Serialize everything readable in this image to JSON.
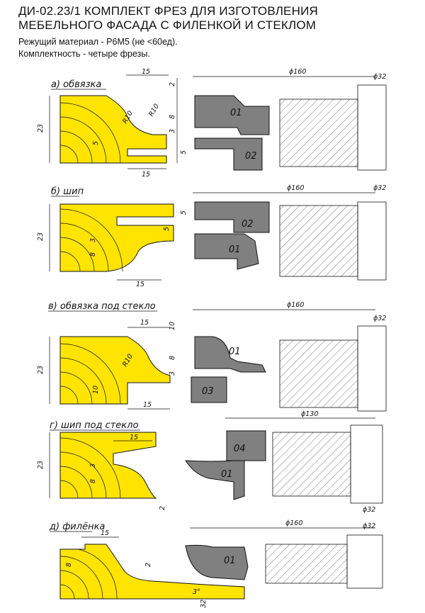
{
  "header": {
    "title_line1": "ДИ-02.23/1 КОМПЛЕКТ ФРЕЗ ДЛЯ ИЗГОТОВЛЕНИЯ",
    "title_line2": "МЕБЕЛЬНОГО ФАСАДА С ФИЛЕНКОЙ И СТЕКЛОМ",
    "material": "Режущий материал - Р6М5 (не <60ед).",
    "set": "Комплектность - четыре фрезы."
  },
  "colors": {
    "wood": "#ffe400",
    "cutter": "#808080",
    "hatch": "#555555"
  },
  "sections": [
    {
      "label": "а) обвязка",
      "dim_height": "23",
      "dims": [
        "15",
        "2",
        "8",
        "3",
        "5",
        "15",
        "R10",
        "R10",
        "5"
      ],
      "diameter": "ϕ160",
      "shank": "ϕ32",
      "cutters": [
        "01",
        "02"
      ]
    },
    {
      "label": "б) шип",
      "dim_height": "23",
      "dims": [
        "5",
        "5",
        "3",
        "8",
        "15"
      ],
      "diameter": "ϕ160",
      "shank": "ϕ32",
      "cutters": [
        "02",
        "01"
      ]
    },
    {
      "label": "в) обвязка под стекло",
      "dim_height": "23",
      "dims": [
        "15",
        "10",
        "8",
        "3",
        "R10",
        "10",
        "15"
      ],
      "diameter": "ϕ160",
      "shank": "ϕ32",
      "cutters": [
        "01",
        "03"
      ]
    },
    {
      "label": "г) шип под стекло",
      "dim_height": "23",
      "dims": [
        "15",
        "3",
        "8",
        "2"
      ],
      "diameter": "ϕ130",
      "shank": "ϕ32",
      "cutters": [
        "04",
        "01"
      ]
    },
    {
      "label": "д) филёнка",
      "dim_height": "",
      "dims": [
        "15",
        "8",
        "2",
        "3°",
        "32"
      ],
      "diameter": "ϕ160",
      "shank": "ϕ32",
      "cutters": [
        "01"
      ]
    }
  ]
}
